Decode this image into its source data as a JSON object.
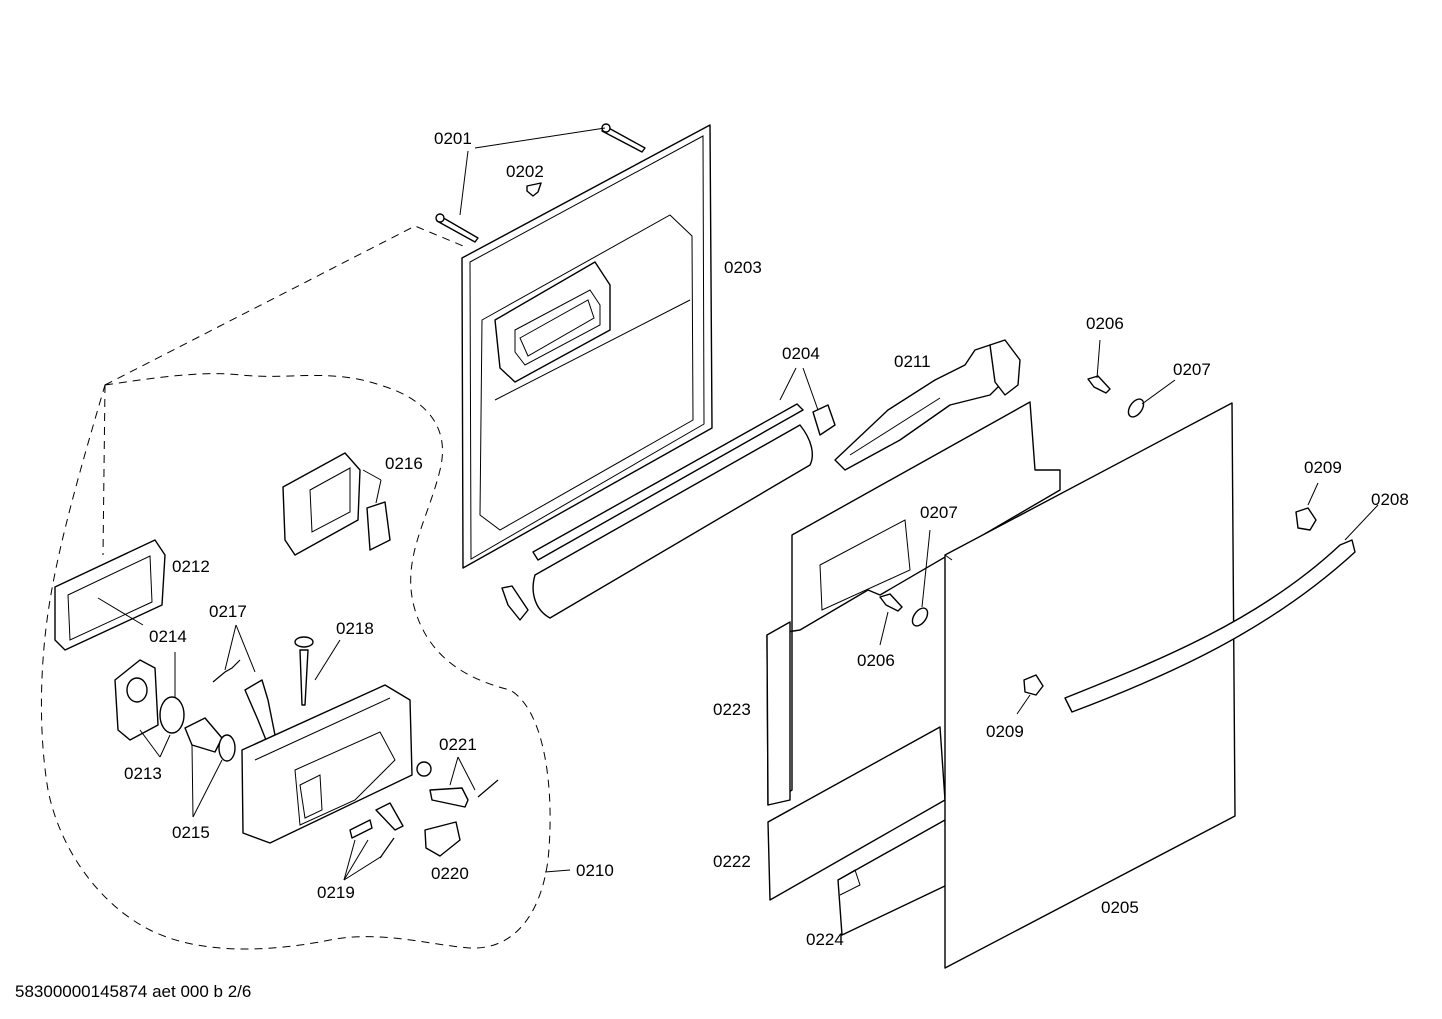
{
  "document_id": "58300000145874 aet 000 b 2/6",
  "callouts": {
    "p0201": "0201",
    "p0202": "0202",
    "p0203": "0203",
    "p0204": "0204",
    "p0205": "0205",
    "p0206a": "0206",
    "p0206b": "0206",
    "p0207a": "0207",
    "p0207b": "0207",
    "p0208": "0208",
    "p0209a": "0209",
    "p0209b": "0209",
    "p0210": "0210",
    "p0211": "0211",
    "p0212": "0212",
    "p0213": "0213",
    "p0214": "0214",
    "p0215": "0215",
    "p0216": "0216",
    "p0217": "0217",
    "p0218": "0218",
    "p0219": "0219",
    "p0220": "0220",
    "p0221": "0221",
    "p0222": "0222",
    "p0223": "0223",
    "p0224": "0224"
  }
}
